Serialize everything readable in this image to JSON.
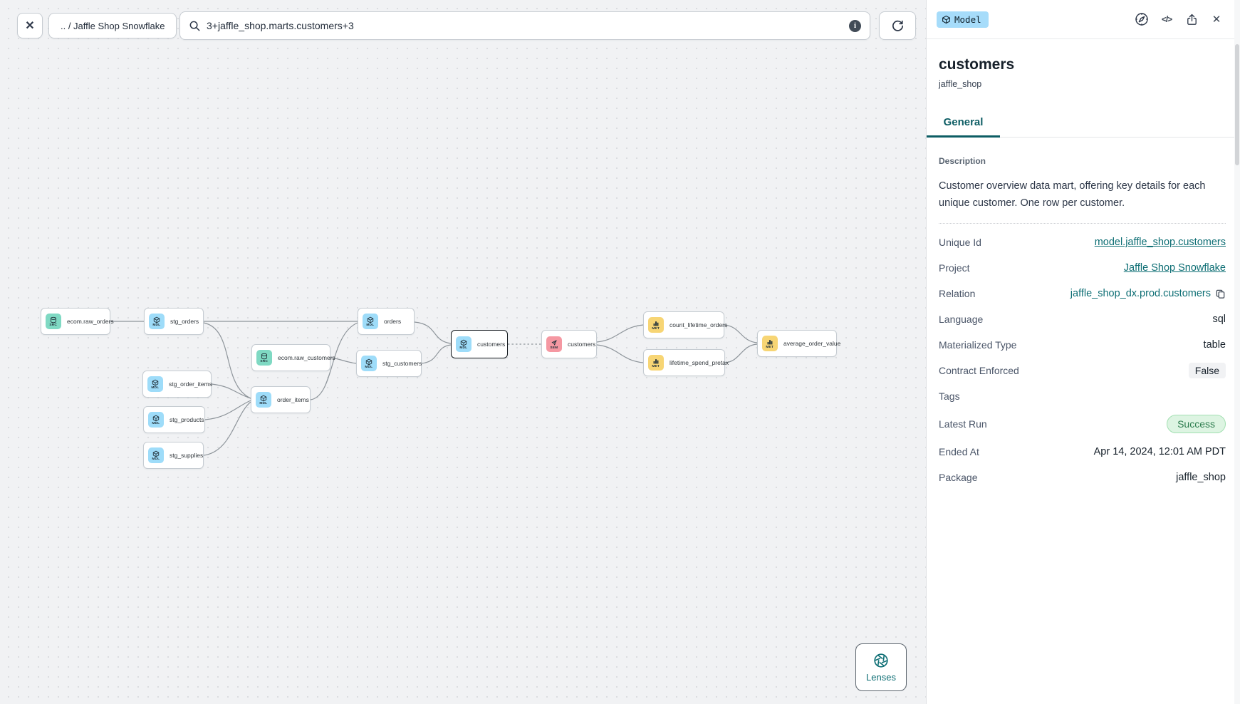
{
  "toolbar": {
    "close_glyph": "✕",
    "breadcrumb": ".. / Jaffle Shop Snowflake",
    "search_value": "3+jaffle_shop.marts.customers+3"
  },
  "graph": {
    "nodes": [
      {
        "label": "ecom.raw_orders",
        "badge": "SRC",
        "type": "source"
      },
      {
        "label": "stg_orders",
        "badge": "MDL",
        "type": "model"
      },
      {
        "label": "orders",
        "badge": "MDL",
        "type": "model"
      },
      {
        "label": "ecom.raw_customers",
        "badge": "SRC",
        "type": "source"
      },
      {
        "label": "stg_customers",
        "badge": "MDL",
        "type": "model"
      },
      {
        "label": "order_items",
        "badge": "MDL",
        "type": "model"
      },
      {
        "label": "stg_order_items",
        "badge": "MDL",
        "type": "model"
      },
      {
        "label": "stg_products",
        "badge": "MDL",
        "type": "model"
      },
      {
        "label": "stg_supplies",
        "badge": "MDL",
        "type": "model"
      },
      {
        "label": "customers",
        "badge": "MDL",
        "type": "model",
        "selected": true
      },
      {
        "label": "customers",
        "badge": "SEM",
        "type": "semantic_model"
      },
      {
        "label": "count_lifetime_orders",
        "badge": "MET",
        "type": "metric"
      },
      {
        "label": "lifetime_spend_pretax",
        "badge": "MET",
        "type": "metric"
      },
      {
        "label": "average_order_value",
        "badge": "MET",
        "type": "metric"
      }
    ],
    "lenses_label": "Lenses"
  },
  "panel": {
    "type_badge": "Model",
    "actions": [
      "lens-compass-icon",
      "code-icon",
      "share-icon",
      "close-icon"
    ],
    "code_glyph": "</>",
    "close_glyph": "✕",
    "title": "customers",
    "subtitle": "jaffle_shop",
    "tabs": [
      {
        "label": "General",
        "active": true
      }
    ],
    "description_label": "Description",
    "description": "Customer overview data mart, offering key details for each unique customer. One row per customer.",
    "fields": [
      {
        "label": "Unique Id",
        "value": "model.jaffle_shop.customers"
      },
      {
        "label": "Project",
        "value": "Jaffle Shop Snowflake"
      },
      {
        "label": "Relation",
        "value": "jaffle_shop_dx.prod.customers"
      },
      {
        "label": "Language",
        "value": "sql"
      },
      {
        "label": "Materialized Type",
        "value": "table"
      },
      {
        "label": "Contract Enforced",
        "value": "False"
      },
      {
        "label": "Tags",
        "value": ""
      },
      {
        "label": "Latest Run",
        "value": "Success"
      },
      {
        "label": "Ended At",
        "value": "Apr 14, 2024, 12:01 AM PDT"
      },
      {
        "label": "Package",
        "value": "jaffle_shop"
      }
    ]
  },
  "colors": {
    "accent_teal": "#0d6e74",
    "model_badge_bg": "#a6dcfa",
    "node_source_chip": "#7fd9c3",
    "node_model_chip": "#9edcf9",
    "node_semantic_chip": "#f598a2",
    "node_metric_chip": "#f7d574",
    "success_bg": "#ddf4e2",
    "success_text": "#2e7d4f"
  }
}
